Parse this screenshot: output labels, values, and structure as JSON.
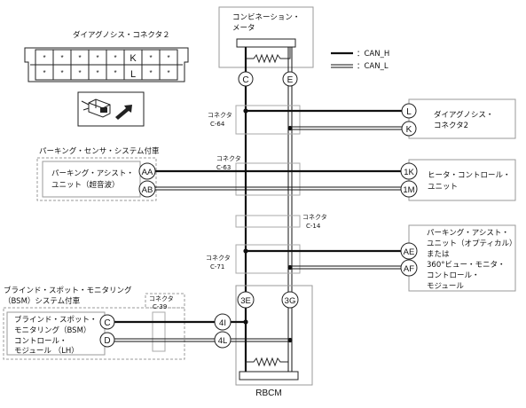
{
  "dlc": {
    "title": "ダイアグノシス・コネクタ２",
    "top_pins": [
      "*",
      "*",
      "*",
      "*",
      "*",
      "K",
      "*",
      "*"
    ],
    "bottom_pins": [
      "*",
      "*",
      "*",
      "*",
      "*",
      "L",
      "*",
      "*"
    ]
  },
  "combination_meter": {
    "line1": "コンビネーション・",
    "line2": "メータ"
  },
  "legend": {
    "can_h": "：CAN_H",
    "can_l": "：CAN_L"
  },
  "bus": {
    "c_pin": "C",
    "e_pin": "E",
    "pin_3e": "3E",
    "pin_3g": "3G"
  },
  "connectors": {
    "c64": {
      "name": "コネクタ",
      "id": "C-64"
    },
    "c63": {
      "name": "コネクタ",
      "id": "C-63"
    },
    "c14": {
      "name": "コネクタ",
      "id": "C-14"
    },
    "c71": {
      "name": "コネクタ",
      "id": "C-71"
    },
    "c39": {
      "name": "コネクタ",
      "id": "C-39"
    }
  },
  "diag_connector": {
    "line1": "ダイアグノシス・",
    "line2": "コネクタ2",
    "pin_h": "L",
    "pin_l": "K"
  },
  "parking_group": {
    "title": "パーキング・センサ・システム付車"
  },
  "parking_assist_us": {
    "line1": "パーキング・アシスト・",
    "line2": "ユニット（超音波）",
    "pin_h": "AA",
    "pin_l": "AB"
  },
  "heater": {
    "line1": "ヒータ・コントロール・",
    "line2": "ユニット",
    "pin_h": "1K",
    "pin_l": "1M"
  },
  "parking_assist_opt": {
    "line1": "パーキング・アシスト・",
    "line2": "ユニット（オプティカル）",
    "line3": "または",
    "line4": "360°ビュー・モニタ・",
    "line5": "コントロール・",
    "line6": "モジュール",
    "pin_h": "AE",
    "pin_l": "AF"
  },
  "bsm_group": {
    "line1": "ブラインド・スポット・モニタリング",
    "line2": "（BSM）システム付車"
  },
  "bsm_module": {
    "line1": "ブラインド・スポット・",
    "line2": "モニタリング（BSM）",
    "line3": "コントロール・",
    "line4": "モジュール （LH）",
    "pin_h": "C",
    "pin_l": "D"
  },
  "rbcm": {
    "label": "RBCM",
    "pin_h": "4I",
    "pin_l": "4L"
  }
}
